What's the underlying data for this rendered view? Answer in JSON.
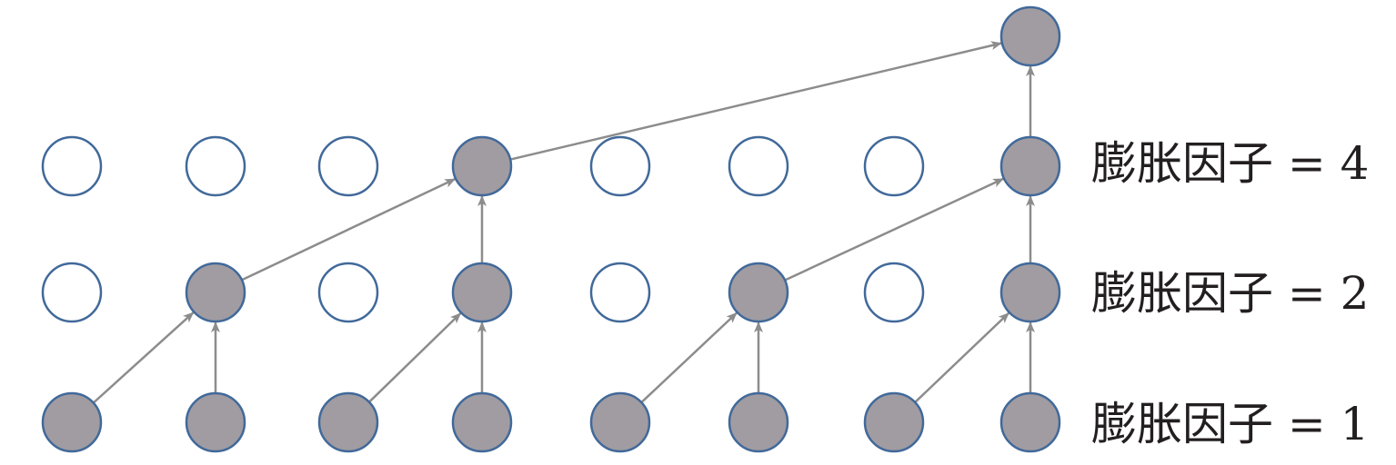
{
  "colors": {
    "node_fill_active": "#a09ca2",
    "node_fill_inactive": "#ffffff",
    "node_stroke": "#41699a",
    "edge": "#8c8c8c",
    "text": "#231f20"
  },
  "diagram": {
    "columns": 8,
    "layers": [
      {
        "label": "膨胀因子 = 1",
        "active": [
          true,
          true,
          true,
          true,
          true,
          true,
          true,
          true
        ]
      },
      {
        "label": "膨胀因子 = 2",
        "active": [
          false,
          true,
          false,
          true,
          false,
          true,
          false,
          true
        ]
      },
      {
        "label": "膨胀因子 = 4",
        "active": [
          false,
          false,
          false,
          true,
          false,
          false,
          false,
          true
        ]
      },
      {
        "label": "",
        "active": [
          false,
          false,
          false,
          false,
          false,
          false,
          false,
          true
        ],
        "visible_columns": [
          7
        ]
      }
    ],
    "edges": [
      {
        "from": [
          0,
          0
        ],
        "to": [
          1,
          1
        ]
      },
      {
        "from": [
          0,
          1
        ],
        "to": [
          1,
          1
        ]
      },
      {
        "from": [
          0,
          2
        ],
        "to": [
          1,
          3
        ]
      },
      {
        "from": [
          0,
          3
        ],
        "to": [
          1,
          3
        ]
      },
      {
        "from": [
          0,
          4
        ],
        "to": [
          1,
          5
        ]
      },
      {
        "from": [
          0,
          5
        ],
        "to": [
          1,
          5
        ]
      },
      {
        "from": [
          0,
          6
        ],
        "to": [
          1,
          7
        ]
      },
      {
        "from": [
          0,
          7
        ],
        "to": [
          1,
          7
        ]
      },
      {
        "from": [
          1,
          1
        ],
        "to": [
          2,
          3
        ]
      },
      {
        "from": [
          1,
          3
        ],
        "to": [
          2,
          3
        ]
      },
      {
        "from": [
          1,
          5
        ],
        "to": [
          2,
          7
        ]
      },
      {
        "from": [
          1,
          7
        ],
        "to": [
          2,
          7
        ]
      },
      {
        "from": [
          2,
          3
        ],
        "to": [
          3,
          7
        ]
      },
      {
        "from": [
          2,
          7
        ],
        "to": [
          3,
          7
        ]
      }
    ]
  }
}
